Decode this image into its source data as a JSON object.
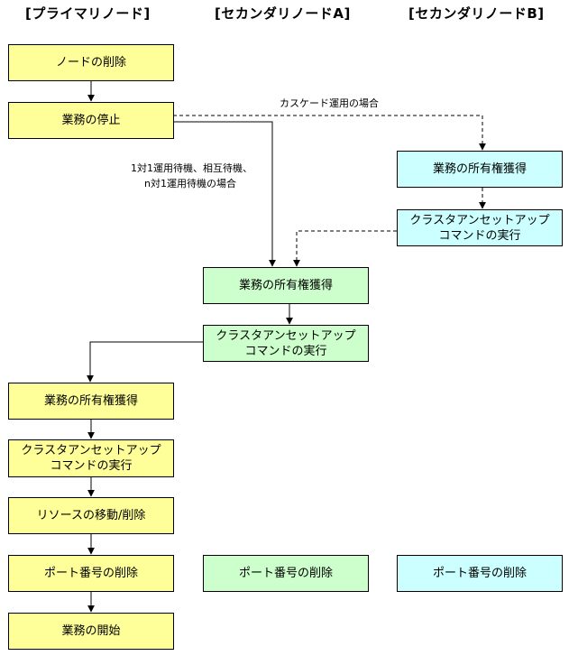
{
  "headers": {
    "primary": "[プライマリノード]",
    "secondary_a": "[セカンダリノードA]",
    "secondary_b": "[セカンダリノードB]"
  },
  "primary_steps": [
    "ノードの削除",
    "業務の停止",
    "業務の所有権獲得",
    "クラスタアンセットアップ\nコマンドの実行",
    "リソースの移動/削除",
    "ポート番号の削除",
    "業務の開始"
  ],
  "secondary_a_steps": [
    "業務の所有権獲得",
    "クラスタアンセットアップ\nコマンドの実行",
    "ポート番号の削除"
  ],
  "secondary_b_steps": [
    "業務の所有権獲得",
    "クラスタアンセットアップ\nコマンドの実行",
    "ポート番号の削除"
  ],
  "notes": {
    "cascade": "カスケード運用の場合",
    "standby_line1": "1対1運用待機、相互待機、",
    "standby_line2": "n対1運用待機の場合"
  },
  "colors": {
    "primary": "#ffff99",
    "secondary_a": "#ccffcc",
    "secondary_b": "#ccffff"
  }
}
